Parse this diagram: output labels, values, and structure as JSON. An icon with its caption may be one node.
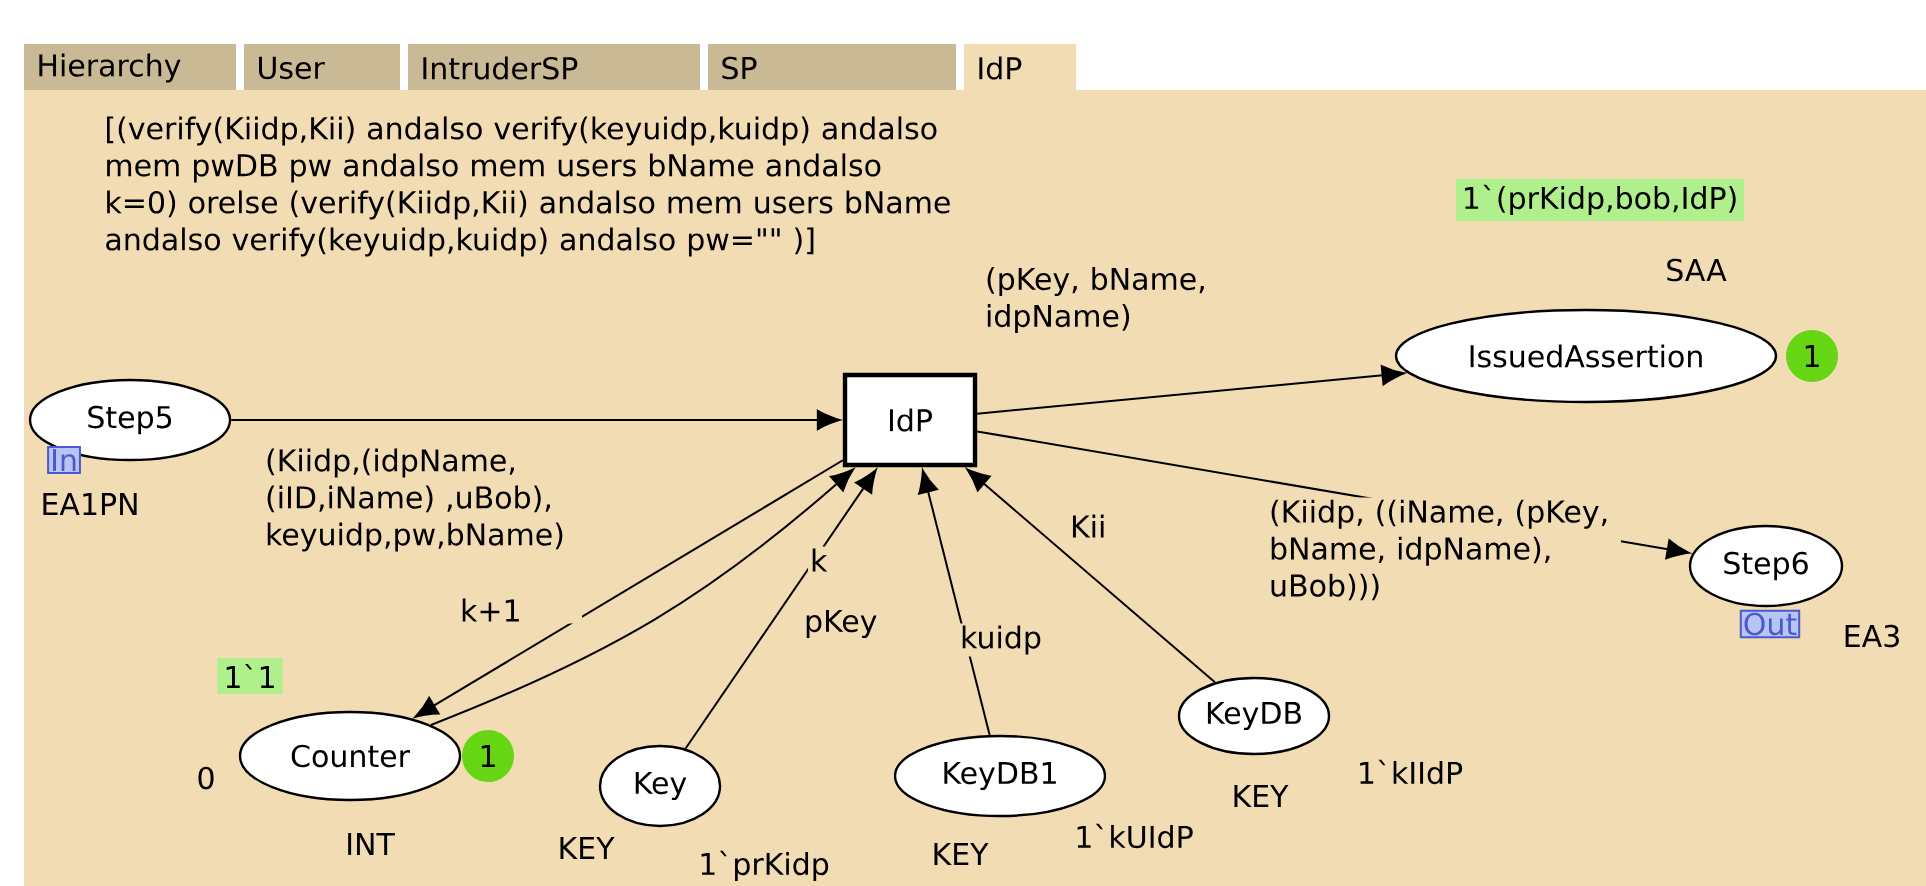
{
  "diagram": {
    "nodes": [
      {
        "text": [
          "Step5"
        ],
        "beside": [
          "In",
          "EA1PN"
        ]
      },
      {
        "text": [
          "IdP"
        ]
      },
      {
        "text": [
          "IssuedAssertion"
        ],
        "beside": [
          "1",
          "SAA",
          "1`(prKidp,bob,IdP)"
        ]
      },
      {
        "text": [
          "Step6"
        ],
        "beside": [
          "Out",
          "EA3"
        ]
      },
      {
        "text": [
          "Counter"
        ],
        "beside": [
          "1",
          "1`1",
          "0",
          "INT"
        ]
      },
      {
        "text": [
          "Key"
        ],
        "beside": [
          "KEY",
          "1`prKidp"
        ]
      },
      {
        "text": [
          "KeyDB1"
        ],
        "beside": [
          "KEY",
          "1`kUIdP"
        ]
      },
      {
        "text": [
          "KeyDB"
        ],
        "beside": [
          "KEY",
          "1`kIIdP"
        ]
      }
    ],
    "edges": [
      {
        "from": 0,
        "to": 1,
        "arrow": "to",
        "label": "(Kiidp,(idpName, (iID,iName) ,uBob), keyuidp,pw,bName)"
      },
      {
        "from": 1,
        "to": 2,
        "arrow": "to",
        "label": "(pKey, bName, idpName)"
      },
      {
        "from": 1,
        "to": 3,
        "arrow": "to",
        "label": "(Kiidp, ((iName, (pKey, bName, idpName), uBob)))"
      },
      {
        "from": 1,
        "to": 4,
        "arrow": "to",
        "label": "k+1"
      },
      {
        "from": 4,
        "to": 1,
        "arrow": "to",
        "label": "k"
      },
      {
        "from": 5,
        "to": 1,
        "arrow": "to",
        "label": "pKey"
      },
      {
        "from": 6,
        "to": 1,
        "arrow": "to",
        "label": "kuidp"
      },
      {
        "from": 7,
        "to": 1,
        "arrow": "to",
        "label": "Kii"
      }
    ],
    "labels": [
      "Hierarchy",
      "User",
      "IntruderSP",
      "SP",
      "IdP",
      "[(verify(Kiidp,Kii)  andalso verify(keyuidp,kuidp) andalso mem pwDB pw andalso mem users bName andalso k=0) orelse (verify(Kiidp,Kii) andalso mem users bName andalso verify(keyuidp,kuidp) andalso pw=\"\" )]"
    ]
  }
}
